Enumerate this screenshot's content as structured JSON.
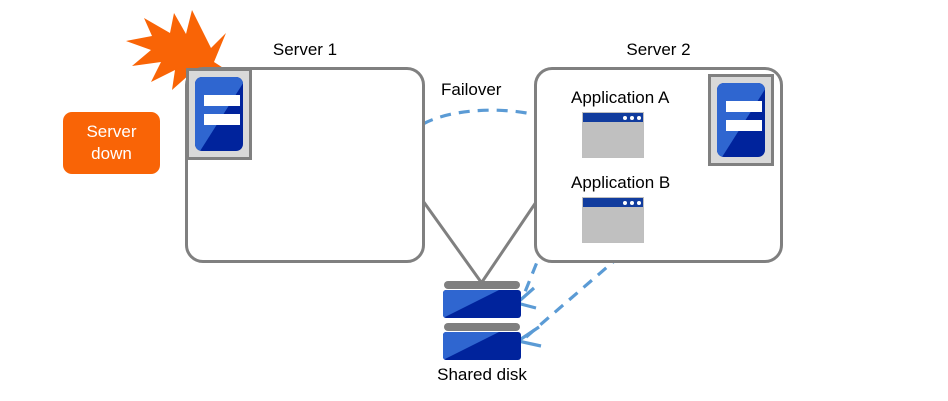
{
  "diagram": {
    "title_visible": false,
    "colors": {
      "alert_orange": "#f96406",
      "server_blue_dark": "#00239c",
      "server_blue_light": "#2f66d0",
      "box_gray": "#808080",
      "icon_frame_gray": "#d9d9d9",
      "app_body_gray": "#c0c0c0",
      "app_titlebar_blue": "#113c9e",
      "failover_arrow_blue": "#5b9bd5",
      "disk_cap_gray": "#7f7f7f",
      "text_black": "#000000"
    },
    "alert": {
      "label_line1": "Server",
      "label_line2": "down",
      "burst_icon": "lightning-burst-icon"
    },
    "servers": [
      {
        "id": "server1",
        "caption": "Server 1",
        "icon": "server-hardware-icon",
        "applications": []
      },
      {
        "id": "server2",
        "caption": "Server 2",
        "icon": "server-hardware-icon",
        "applications": [
          {
            "id": "appA",
            "label": "Application  A",
            "icon": "app-window-icon"
          },
          {
            "id": "appB",
            "label": "Application  B",
            "icon": "app-window-icon"
          }
        ]
      }
    ],
    "failover": {
      "label": "Failover",
      "arrow_style": "dashed-curved-arrow",
      "from": "Server 1",
      "to": "Server 2"
    },
    "shared_storage": {
      "label": "Shared disk",
      "icon": "stacked-disk-icon",
      "unit_count": 2,
      "connections": [
        {
          "from": "Server 1",
          "style": "solid-gray-line"
        },
        {
          "from": "Server 2",
          "style": "solid-gray-line"
        }
      ],
      "access_arrows": [
        {
          "from": "Application  A",
          "style": "dashed-blue-arrow"
        },
        {
          "from": "Application  B",
          "style": "dashed-blue-arrow"
        }
      ]
    }
  }
}
